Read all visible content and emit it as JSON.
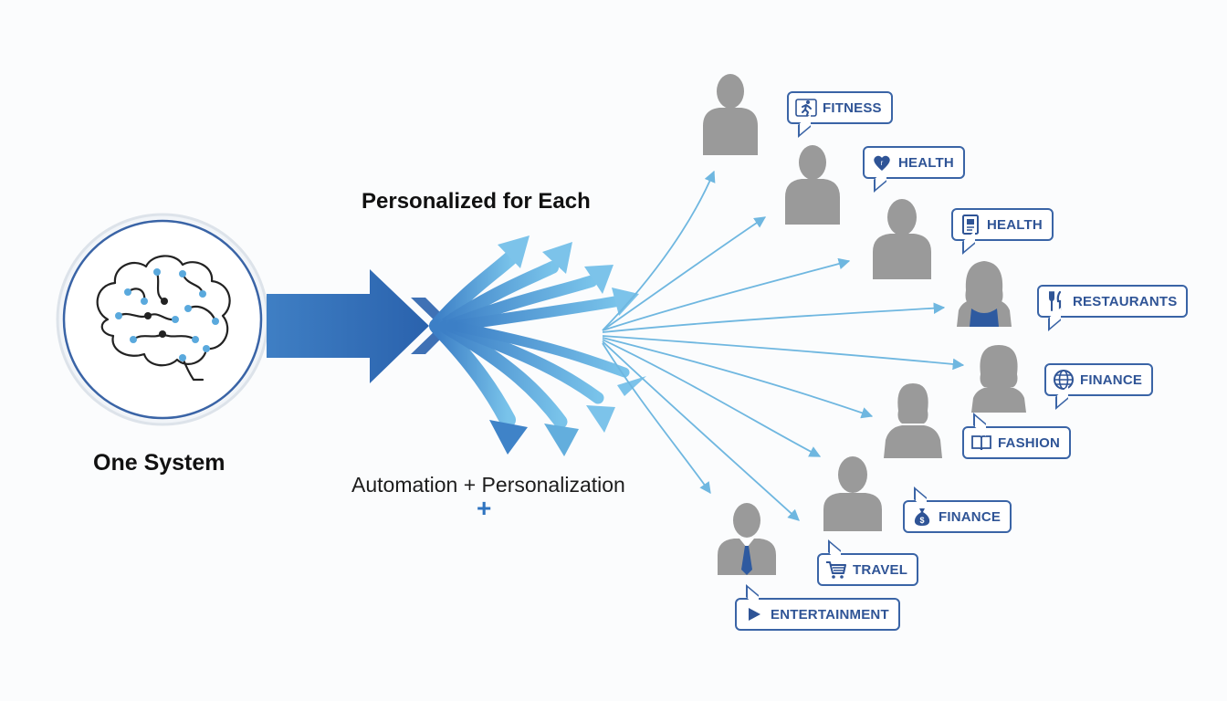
{
  "system_label": "One System",
  "personalized_label": "Personalized for Each",
  "automation_label": "Automation + Personalization",
  "plus_symbol": "+",
  "colors": {
    "accent": "#3a64a6",
    "arrow": "#6fb7e0",
    "person": "#9a9a9a"
  },
  "categories": [
    {
      "label": "FITNESS",
      "icon": "runner-icon"
    },
    {
      "label": "HEALTH",
      "icon": "heart-icon"
    },
    {
      "label": "HEALTH",
      "icon": "medical-book-icon"
    },
    {
      "label": "RESTAURANTS",
      "icon": "fork-knife-icon"
    },
    {
      "label": "FINANCE",
      "icon": "globe-icon"
    },
    {
      "label": "FASHION",
      "icon": "open-book-icon"
    },
    {
      "label": "FINANCE",
      "icon": "money-bag-icon"
    },
    {
      "label": "TRAVEL",
      "icon": "cart-icon"
    },
    {
      "label": "ENTERTAINMENT",
      "icon": "play-icon"
    }
  ]
}
